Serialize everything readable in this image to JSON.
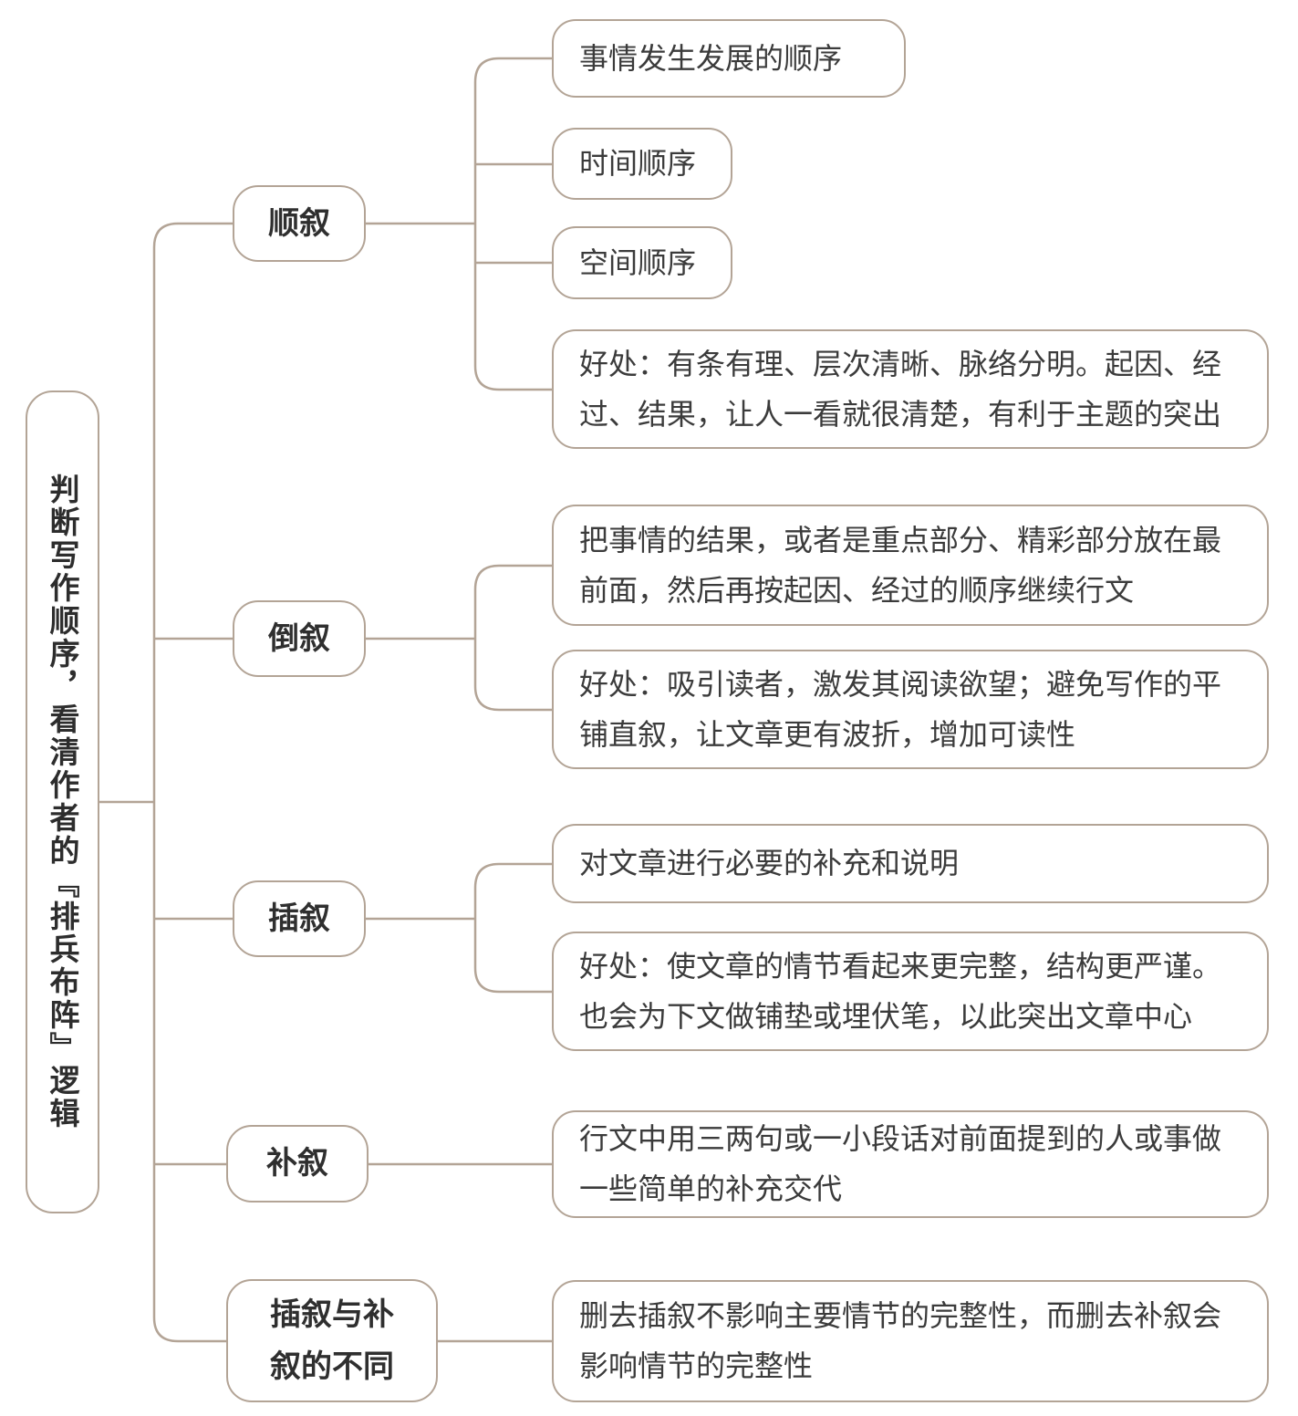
{
  "page": {
    "background_color": "#ffffff",
    "line_color": "#b3a496",
    "text_color": "#3b3b3b"
  },
  "root": {
    "label": "判断写作顺序，看清作者的『排兵布阵』逻辑"
  },
  "branches": [
    {
      "label": "顺叙",
      "children": [
        {
          "text": "事情发生发展的顺序"
        },
        {
          "text": "时间顺序"
        },
        {
          "text": "空间顺序"
        },
        {
          "text": "好处：有条有理、层次清晰、脉络分明。起因、经\n过、结果，让人一看就很清楚，有利于主题的突出"
        }
      ]
    },
    {
      "label": "倒叙",
      "children": [
        {
          "text": "把事情的结果，或者是重点部分、精彩部分放在最\n前面，然后再按起因、经过的顺序继续行文"
        },
        {
          "text": "好处：吸引读者，激发其阅读欲望；避免写作的平\n铺直叙，让文章更有波折，增加可读性"
        }
      ]
    },
    {
      "label": "插叙",
      "children": [
        {
          "text": "对文章进行必要的补充和说明"
        },
        {
          "text": "好处：使文章的情节看起来更完整，结构更严谨。\n也会为下文做铺垫或埋伏笔，以此突出文章中心"
        }
      ]
    },
    {
      "label": "补叙",
      "children": [
        {
          "text": "行文中用三两句或一小段话对前面提到的人或事做\n一些简单的补充交代"
        }
      ]
    },
    {
      "label": "插叙与补\n叙的不同",
      "children": [
        {
          "text": "删去插叙不影响主要情节的完整性，而删去补叙会\n影响情节的完整性"
        }
      ]
    }
  ]
}
